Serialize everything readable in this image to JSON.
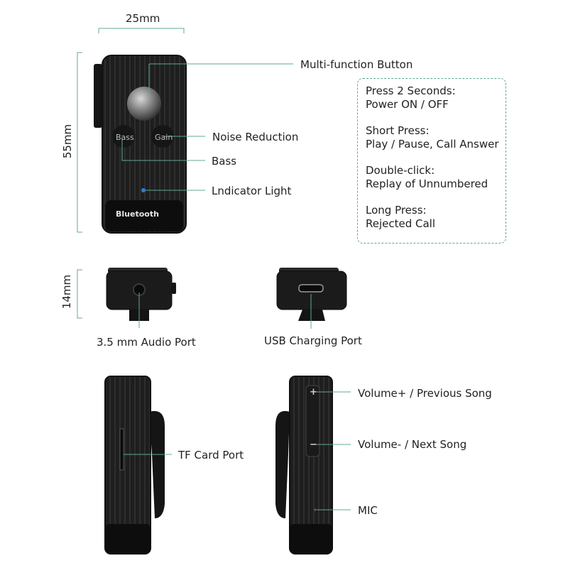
{
  "dimensions": {
    "width": "25mm",
    "height": "55mm",
    "depth": "14mm"
  },
  "device": {
    "brand_label": "Bluetooth",
    "bass_label": "Bass",
    "gain_label": "Gain"
  },
  "callouts": {
    "multi_function_button": "Multi-function Button",
    "noise_reduction": "Noise Reduction",
    "bass": "Bass",
    "indicator_light": "Lndicator Light",
    "audio_port": "3.5 mm Audio Port",
    "usb_port": "USB Charging Port",
    "tf_card_port": "TF Card Port",
    "volume_up": "Volume+ / Previous Song",
    "volume_down": "Volume- / Next Song",
    "mic": "MIC"
  },
  "instructions": [
    {
      "action": "Press 2 Seconds:",
      "result": "Power  ON / OFF"
    },
    {
      "action": "Short Press:",
      "result": "Play / Pause, Call Answer"
    },
    {
      "action": "Double-click:",
      "result": "Replay of Unnumbered"
    },
    {
      "action": "Long Press:",
      "result": "Rejected Call"
    }
  ],
  "volume_symbols": {
    "plus": "+",
    "minus": "−"
  },
  "colors": {
    "leader_line": "#5fa89a",
    "device_body": "#1c1c1c",
    "indicator": "#2a7fd6"
  }
}
